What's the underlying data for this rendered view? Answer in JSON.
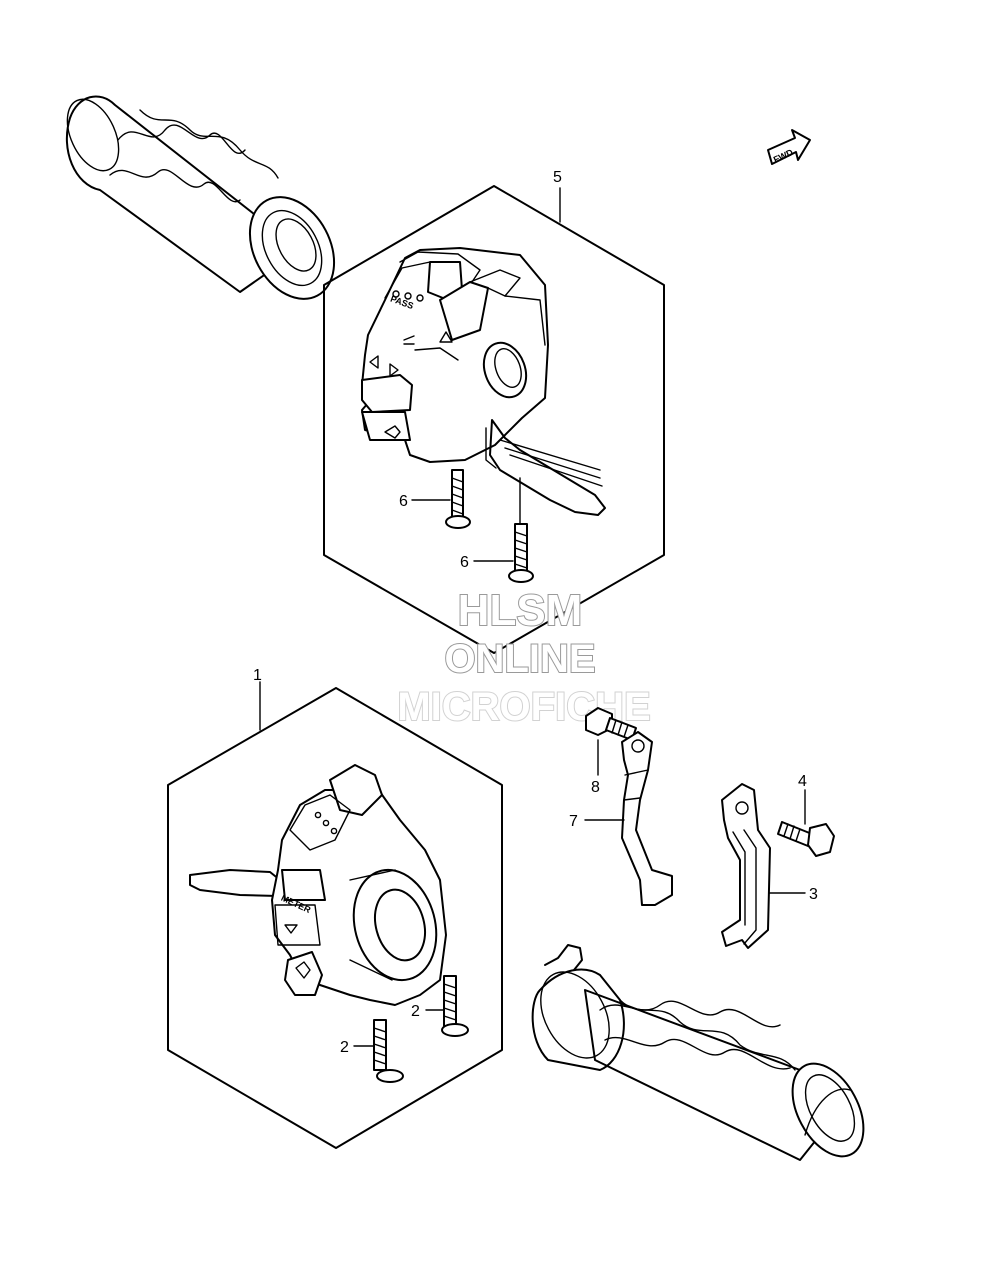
{
  "callouts": {
    "c1": "1",
    "c2a": "2",
    "c2b": "2",
    "c3": "3",
    "c4": "4",
    "c5": "5",
    "c6a": "6",
    "c6b": "6",
    "c7": "7",
    "c8": "8"
  },
  "direction_arrow": {
    "label": "FWD"
  },
  "switch_labels": {
    "right": "PASS",
    "left": "METER"
  },
  "watermark": {
    "line1": "HLSM",
    "line2": "ONLINE",
    "line3": "MICROFICHE"
  },
  "colors": {
    "line": "#000000",
    "background": "#ffffff",
    "watermark_outline": "#9a9a9a"
  }
}
